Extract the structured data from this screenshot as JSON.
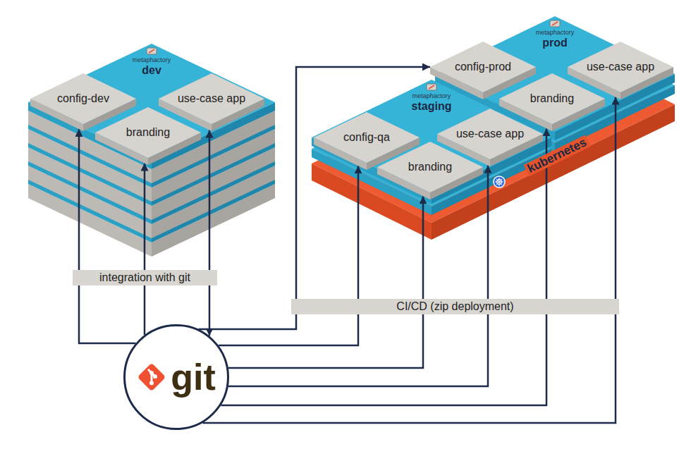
{
  "diagram": {
    "nodes": [
      {
        "text": [
          "metaphactory",
          "dev"
        ]
      },
      {
        "text": [
          "config-dev"
        ],
        "in": 0
      },
      {
        "text": [
          "use-case app"
        ],
        "in": 0
      },
      {
        "text": [
          "branding"
        ],
        "in": 0
      },
      {
        "text": [
          "metaphactory",
          "prod"
        ]
      },
      {
        "text": [
          "config-prod"
        ],
        "in": 4
      },
      {
        "text": [
          "use-case app"
        ],
        "in": 4
      },
      {
        "text": [
          "branding"
        ],
        "in": 4
      },
      {
        "text": [
          "metaphactory",
          "staging"
        ]
      },
      {
        "text": [
          "config-qa"
        ],
        "in": 8
      },
      {
        "text": [
          "use-case app"
        ],
        "in": 8
      },
      {
        "text": [
          "branding"
        ],
        "in": 8
      },
      {
        "text": [
          "git"
        ]
      }
    ],
    "edges": [
      {
        "from": 12,
        "to": 1,
        "arrow": "to"
      },
      {
        "from": 12,
        "to": 3,
        "arrow": "to"
      },
      {
        "from": 12,
        "to": 2,
        "arrow": "both"
      },
      {
        "from": 12,
        "to": 5,
        "arrow": "to"
      },
      {
        "from": 12,
        "to": 9,
        "arrow": "to"
      },
      {
        "from": 12,
        "to": 11,
        "arrow": "to"
      },
      {
        "from": 12,
        "to": 10,
        "arrow": "to"
      },
      {
        "from": 12,
        "to": 7,
        "arrow": "to"
      },
      {
        "from": 12,
        "to": 6,
        "arrow": "to"
      }
    ],
    "labels": [
      "integration with git",
      "CI/CD (zip deployment)",
      "kubernetes"
    ]
  }
}
